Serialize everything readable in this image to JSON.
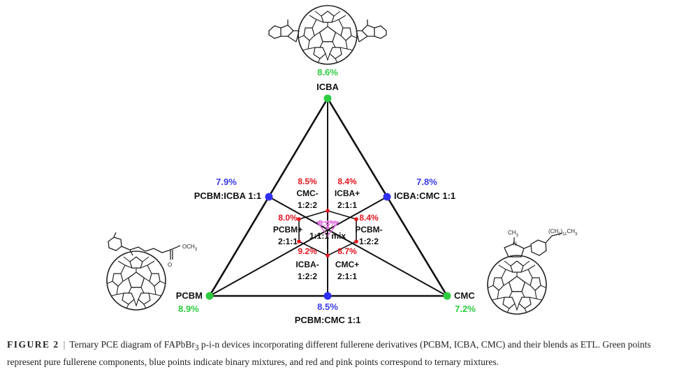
{
  "components": {
    "icba": {
      "name": "ICBA",
      "pce": "8.6%"
    },
    "pcbm": {
      "name": "PCBM",
      "pce": "8.9%"
    },
    "cmc": {
      "name": "CMC",
      "pce": "7.2%"
    }
  },
  "binaries": {
    "pcbm_icba": {
      "name": "PCBM:ICBA 1:1",
      "pce": "7.9%"
    },
    "icba_cmc": {
      "name": "ICBA:CMC 1:1",
      "pce": "7.8%"
    },
    "pcbm_cmc": {
      "name": "PCBM:CMC 1:1",
      "pce": "8.5%"
    }
  },
  "ternaries": {
    "cmc_minus": {
      "pce": "8.5%",
      "line1": "CMC-",
      "line2": "1:2:2"
    },
    "icba_plus": {
      "pce": "8.4%",
      "line1": "ICBA+",
      "line2": "2:1:1"
    },
    "pcbm_plus": {
      "pce": "8.0%",
      "line1": "PCBM+",
      "line2": "2:1:1"
    },
    "pcbm_minus": {
      "pce": "8.4%",
      "line1": "PCBM-",
      "line2": "1:2:2"
    },
    "icba_minus": {
      "pce": "9.2%",
      "line1": "ICBA-",
      "line2": "1:2:2"
    },
    "cmc_plus": {
      "pce": "8.7%",
      "line1": "CMC+",
      "line2": "2:1:1"
    },
    "center": {
      "pce": "9.4%",
      "label": "1:1:1 mix"
    }
  },
  "structures": {
    "pcbm_substituent": "OCH",
    "pcbm_substituent_sub": "3",
    "cmc_methyl": "CH",
    "cmc_methyl_sub": "3",
    "cmc_nitrogen": "N",
    "cmc_chain": "(CH",
    "cmc_chain_sub": "2",
    "cmc_chain_mid": ")",
    "cmc_chain_sub2": "11",
    "cmc_chain_end": "CH",
    "cmc_chain_end_sub": "3"
  },
  "caption": {
    "label": "FIGURE 2",
    "separator": "|",
    "text_before": "Ternary PCE diagram of FAPbBr",
    "text_sub": "3",
    "text_after": " p-i-n devices incorporating different fullerene derivatives (PCBM, ICBA, CMC) and their blends as ETL. Green points represent pure fullerene components, blue points indicate binary mixtures, and red and pink points correspond to ternary mixtures."
  },
  "colors": {
    "pure": "#2ecc40",
    "binary": "#2f2ff0",
    "ternary": "#e0141e",
    "center": "#e070e0",
    "lines": "#111111"
  }
}
